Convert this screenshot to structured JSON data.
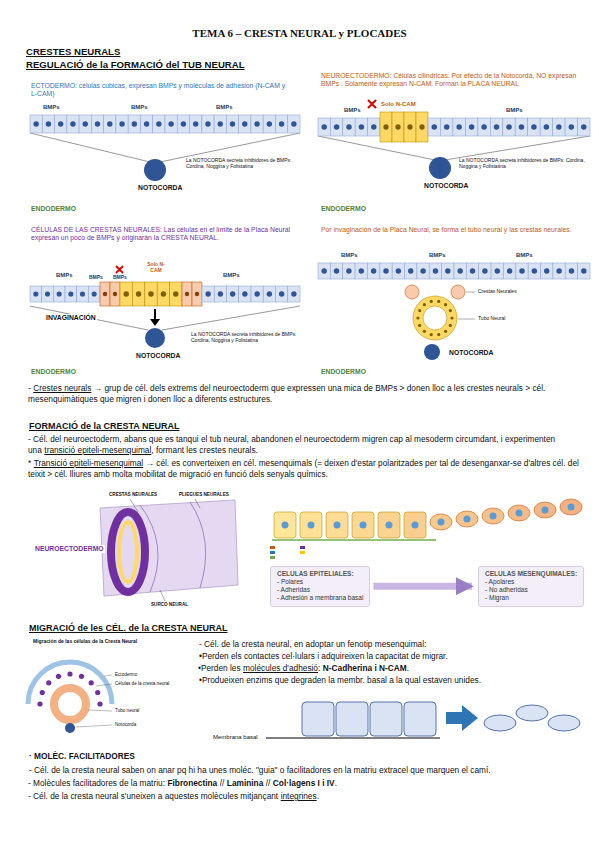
{
  "diagram": {
    "title": "TEMA 6 – CRESTA NEURAL y PLOCADES",
    "nodes": [
      {
        "text": [
          "CELULAS EPITELIALES:",
          "- Polares",
          "- Adheridas",
          "- Adhesión a membrana basal"
        ]
      },
      {
        "text": [
          "CELULAS MESENQUIMALES:",
          "- Apolares",
          "- No adheridas",
          "- Migran"
        ]
      }
    ],
    "edges": [
      {
        "from": 0,
        "to": 1,
        "arrow": "to"
      }
    ],
    "labels": [
      "CRESTES NEURALS",
      "REGULACIÓ de la FORMACIÓ del TUB NEURAL",
      "ECTODERMO: células cubicas, expresan BMPs y moléculas de adhesion (N-CAM y L-CAM)",
      "BMPs",
      "BMPs",
      "BMPs",
      "La NOTOCORDA secreta inhibidores de BMPs: Cordina, Noggina y Folistatina",
      "NOTOCORDA",
      "ENDODERMO",
      "NEUROECTODERMO: Células cilindricas. Por efecto de la Notocorda, NO expresan BMPs . Solamente expresan N-CAM. Forman la PLACA NEURAL",
      "Solo N-CAM",
      "BMPs",
      "BMPs",
      "La NOTOCORDA secreta inhibidores de BMPs: Cordina, Noggina y Folistatina",
      "NOTOCORDA",
      "ENDODERMO",
      "CÉLULAS DE LAS CRESTAS NEURALES: Las células en el límite de la Placa Neural expresan un poco de BMPs y originarán la CRESTA NEURAL.",
      "BMPs",
      "BMPs",
      "BMPs",
      "Solo N-CAM",
      "BMPs",
      "INVAGINACIÓN",
      "La NOTOCORDA secreta inhibidores de BMPs: Cordina, Noggina y Folistatina",
      "NOTOCORDA",
      "ENDODERMO",
      "Por invaginación de la Placa Neural, se forma el tubo neural y las crestas neurales.",
      "BMPs",
      "BMPs",
      "BMPs",
      "Crestas Neurales",
      "Tubo Neural",
      "NOTOCORDA",
      "ENDODERMO",
      "-",
      "Crestes neurals",
      "→ grup de cél. dels extrems del neuroectoderm que expressen una mica de BMPs > donen lloc a les crestes neurals > cél. mesenquimàtiques que migren i donen lloc a diferents estructures.",
      "FORMACIÓ de la CRESTA NEURAL",
      "- Cél. del neuroectoderm, abans que es tanqui el tub neural, abandonen el neuroectoderm migren cap al mesoderm circumdant, i experimenten una",
      "transició epiteli-mesenquimal",
      ", formant les crestes neurals.",
      "*",
      "Transició epiteli-mesenquimal",
      "→ cél. es converteixen en cél. mesenquimals (= deixen d'estar polaritzades per tal de desenganxar-se d'altres cél. del teixit > cél. lliures amb molta mobilitat de migració en funció dels senyals químics.",
      "CRESTAS NEURALES",
      "PLIEGUES NEURALES",
      "NEUROECTODERMO",
      "SURCO NEURAL",
      "MIGRACIÓ de les CÉL. de la CRESTA NEURAL",
      "Migración de las células de la Cresta Neural",
      "Ectodermo",
      "Células de la cresta neural",
      "Tubo neural",
      "Notocorda",
      "- Cél. de la cresta neural, en adoptar un fenotip mesenquimal:",
      "•Perden els contactes cel·lulars i adquireixen la capacitat de migrar.",
      "•Perden les",
      "molécules d'adhesió",
      ":",
      "N-Cadherina i N-CAM",
      ".",
      "•Produeixen enzims que degraden la membr. basal a la qual estaven unides.",
      "Membrana basal",
      "· MOLÈC. FACILITADORES",
      "- Cél. de la cresta neural saben on anar pq hi ha unes moléc. \"guia\" o facilitadores en la matriu extracel que marquen el camí.",
      "- Molècules facilitadores de la matriu:",
      "Fibronectina",
      "//",
      "Laminina",
      "//",
      "Col·lagens I i IV",
      ".",
      "- Cél. de la cresta neural s'uneixen a aquestes molècules mitjançant",
      "integrines",
      "."
    ]
  }
}
